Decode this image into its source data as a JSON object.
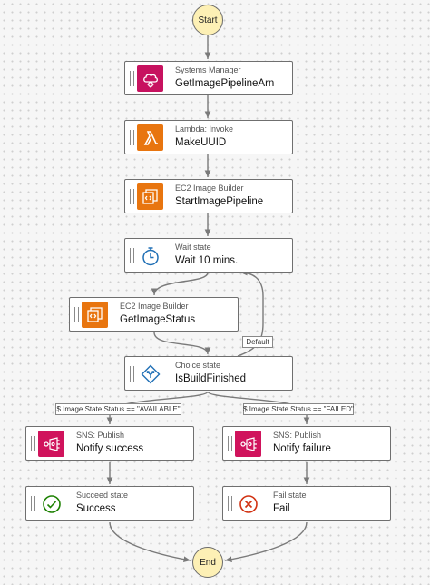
{
  "start": {
    "label": "Start"
  },
  "end": {
    "label": "End"
  },
  "states": [
    {
      "id": "systems-manager",
      "type": "Systems Manager",
      "name": "GetImagePipelineArn",
      "icon": "systems-manager-icon",
      "color": "#c7125f"
    },
    {
      "id": "lambda",
      "type": "Lambda: Invoke",
      "name": "MakeUUID",
      "icon": "lambda-icon",
      "color": "#e8750f"
    },
    {
      "id": "start-pipeline",
      "type": "EC2 Image Builder",
      "name": "StartImagePipeline",
      "icon": "image-builder-icon",
      "color": "#e8750f"
    },
    {
      "id": "wait",
      "type": "Wait state",
      "name": "Wait 10 mins.",
      "icon": "timer-icon",
      "color": "#1f6fb5"
    },
    {
      "id": "get-status",
      "type": "EC2 Image Builder",
      "name": "GetImageStatus",
      "icon": "image-builder-icon",
      "color": "#e8750f"
    },
    {
      "id": "choice",
      "type": "Choice state",
      "name": "IsBuildFinished",
      "icon": "choice-icon",
      "color": "#1f6fb5"
    },
    {
      "id": "notify-success",
      "type": "SNS: Publish",
      "name": "Notify success",
      "icon": "sns-icon",
      "color": "#d0135c"
    },
    {
      "id": "notify-failure",
      "type": "SNS: Publish",
      "name": "Notify failure",
      "icon": "sns-icon",
      "color": "#d0135c"
    },
    {
      "id": "success",
      "type": "Succeed state",
      "name": "Success",
      "icon": "check-circle-icon",
      "color": "#1d8102"
    },
    {
      "id": "fail",
      "type": "Fail state",
      "name": "Fail",
      "icon": "x-circle-icon",
      "color": "#d13212"
    }
  ],
  "edge_labels": {
    "default": "Default",
    "available": "$.Image.State.Status == \"AVAILABLE\"",
    "failed": "$.Image.State.Status == \"FAILED\""
  }
}
